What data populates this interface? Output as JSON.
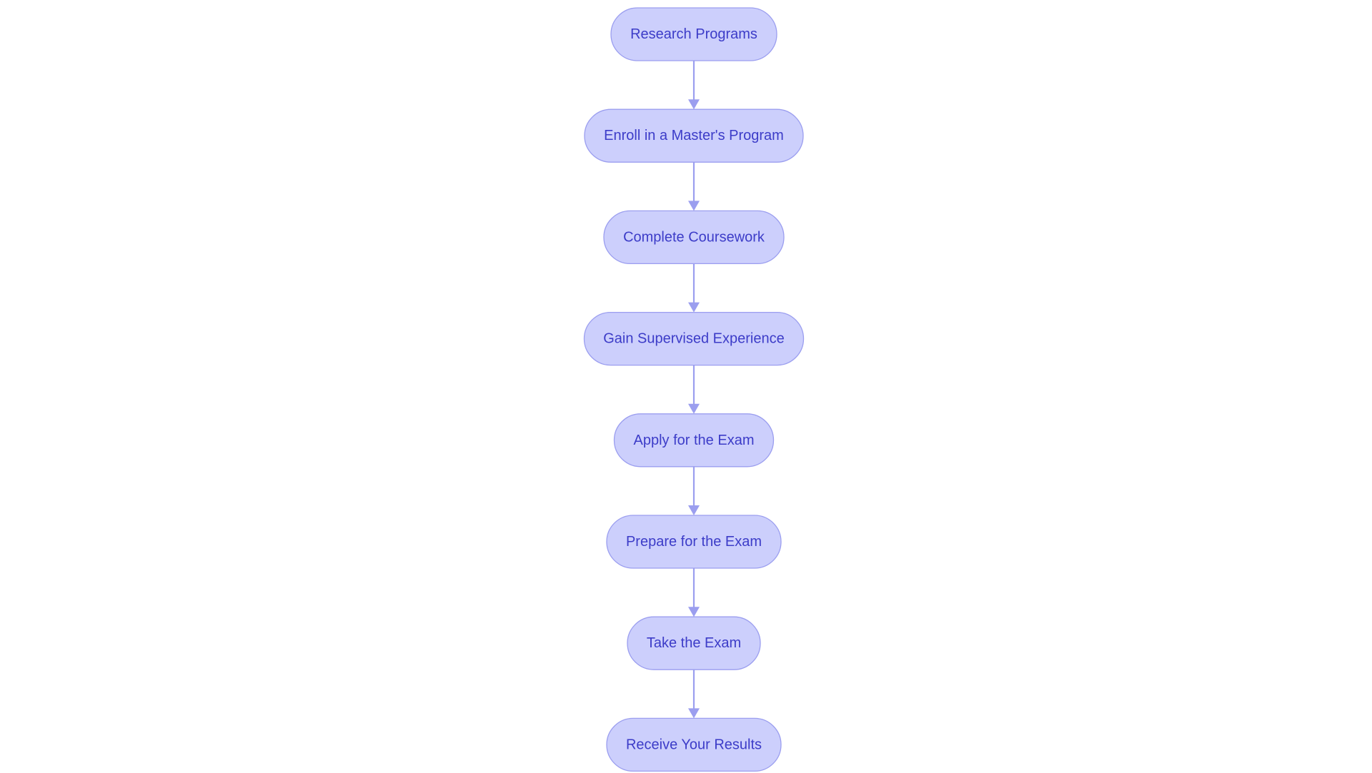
{
  "diagram": {
    "type": "flowchart",
    "direction": "top-to-bottom",
    "colors": {
      "node_fill": "#cccffc",
      "node_stroke": "#9b9eef",
      "node_text": "#3c3cc8",
      "edge": "#9b9eef",
      "background": "#ffffff"
    },
    "nodes": [
      {
        "id": "research",
        "label": "Research Programs"
      },
      {
        "id": "enroll",
        "label": "Enroll in a Master's Program"
      },
      {
        "id": "coursework",
        "label": "Complete Coursework"
      },
      {
        "id": "experience",
        "label": "Gain Supervised Experience"
      },
      {
        "id": "apply",
        "label": "Apply for the Exam"
      },
      {
        "id": "prepare",
        "label": "Prepare for the Exam"
      },
      {
        "id": "take",
        "label": "Take the Exam"
      },
      {
        "id": "results",
        "label": "Receive Your Results"
      }
    ],
    "edges": [
      {
        "from": "research",
        "to": "enroll"
      },
      {
        "from": "enroll",
        "to": "coursework"
      },
      {
        "from": "coursework",
        "to": "experience"
      },
      {
        "from": "experience",
        "to": "apply"
      },
      {
        "from": "apply",
        "to": "prepare"
      },
      {
        "from": "prepare",
        "to": "take"
      },
      {
        "from": "take",
        "to": "results"
      }
    ]
  }
}
